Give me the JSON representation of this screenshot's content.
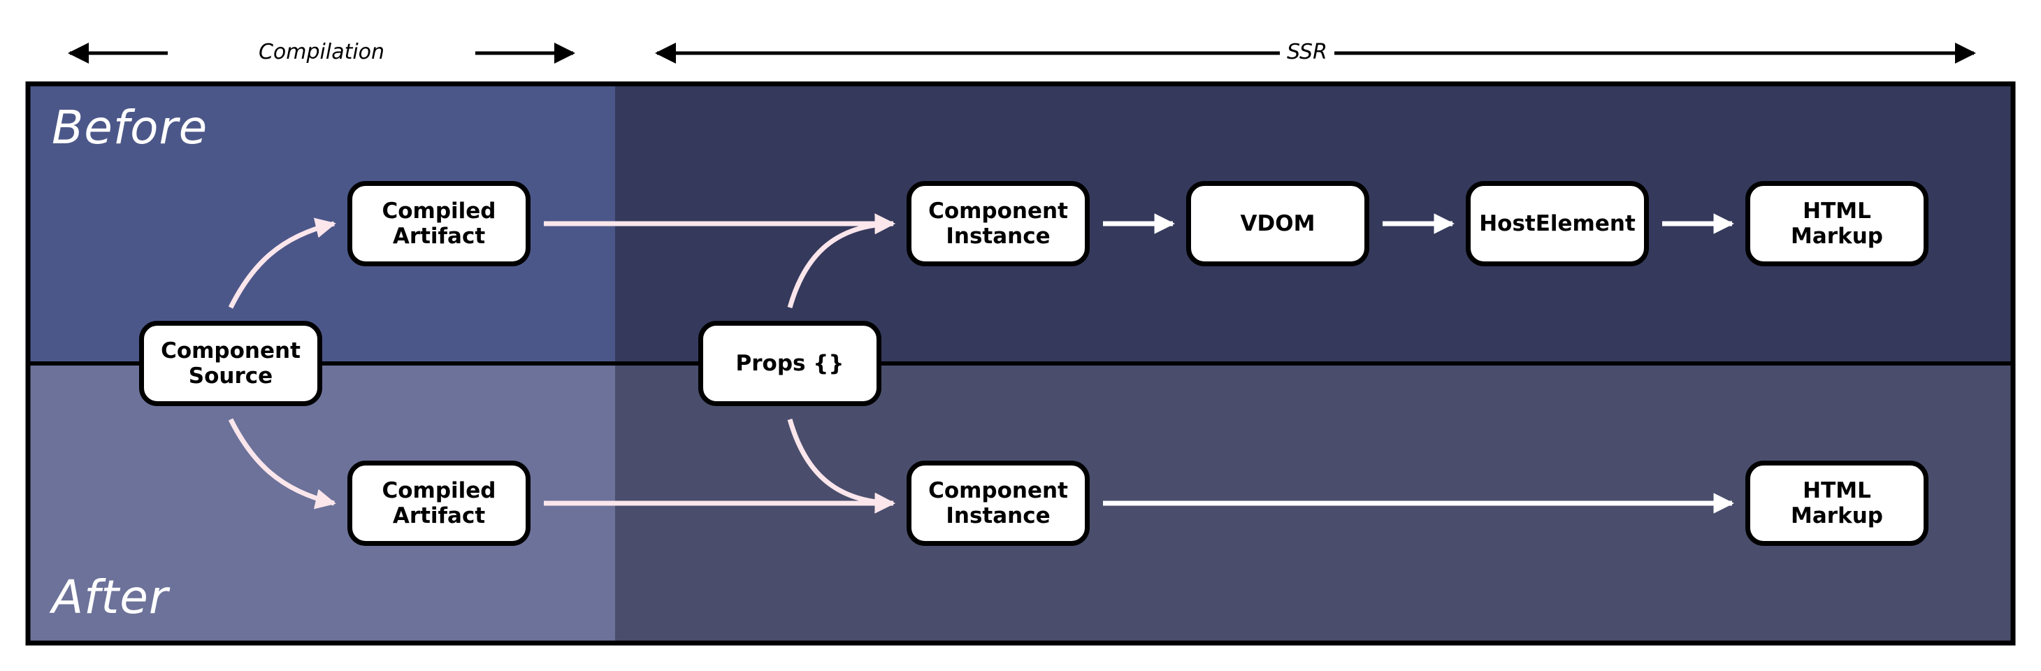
{
  "ranges": {
    "compilation_label": "Compilation",
    "ssr_label": "SSR"
  },
  "sections": {
    "before_label": "Before",
    "after_label": "After"
  },
  "nodes": {
    "component_source": "Component\nSource",
    "props": "Props {}",
    "before_compiled_artifact": "Compiled\nArtifact",
    "before_component_instance": "Component\nInstance",
    "before_vdom": "VDOM",
    "before_host_element": "HostElement",
    "before_html_markup": "HTML\nMarkup",
    "after_compiled_artifact": "Compiled\nArtifact",
    "after_component_instance": "Component\nInstance",
    "after_html_markup": "HTML\nMarkup"
  },
  "colors": {
    "compilation_before_bg": "#4c5789",
    "ssr_before_bg": "#353a5c",
    "compilation_after_bg": "#6c7299",
    "ssr_after_bg": "#4a4e6c",
    "arrow_pink": "#fbe6ec",
    "arrow_white": "#ffffff",
    "border": "#000000"
  }
}
